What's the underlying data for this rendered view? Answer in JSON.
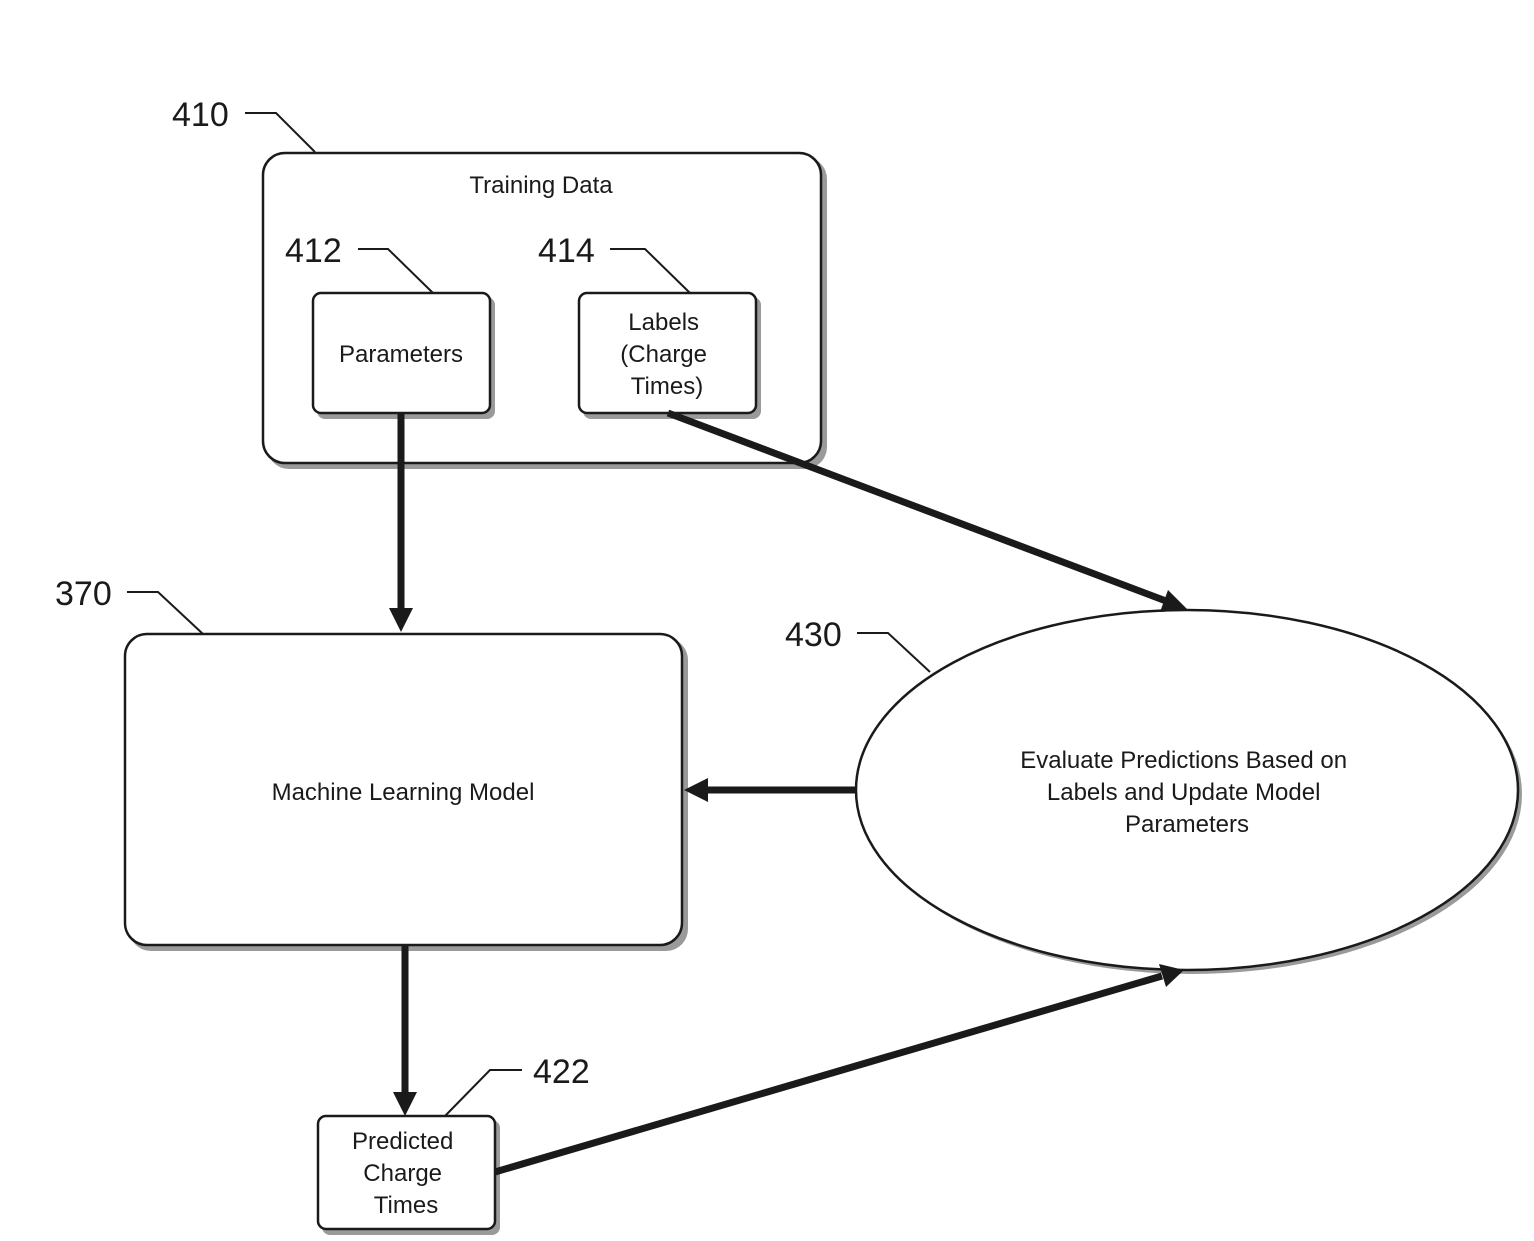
{
  "diagram": {
    "ref_labels": {
      "training": "410",
      "parameters": "412",
      "labels": "414",
      "model": "370",
      "evaluate": "430",
      "predicted": "422"
    },
    "nodes": {
      "training_data": "Training Data",
      "parameters": "Parameters",
      "labels": [
        "Labels",
        "(Charge",
        "Times)"
      ],
      "model": "Machine Learning Model",
      "evaluate": [
        "Evaluate Predictions Based on",
        "Labels and Update Model",
        "Parameters"
      ],
      "predicted": [
        "Predicted",
        "Charge",
        "Times"
      ]
    },
    "edges": [
      {
        "from": "parameters",
        "to": "model"
      },
      {
        "from": "labels",
        "to": "evaluate"
      },
      {
        "from": "evaluate",
        "to": "model"
      },
      {
        "from": "model",
        "to": "predicted"
      },
      {
        "from": "predicted",
        "to": "evaluate"
      }
    ]
  }
}
